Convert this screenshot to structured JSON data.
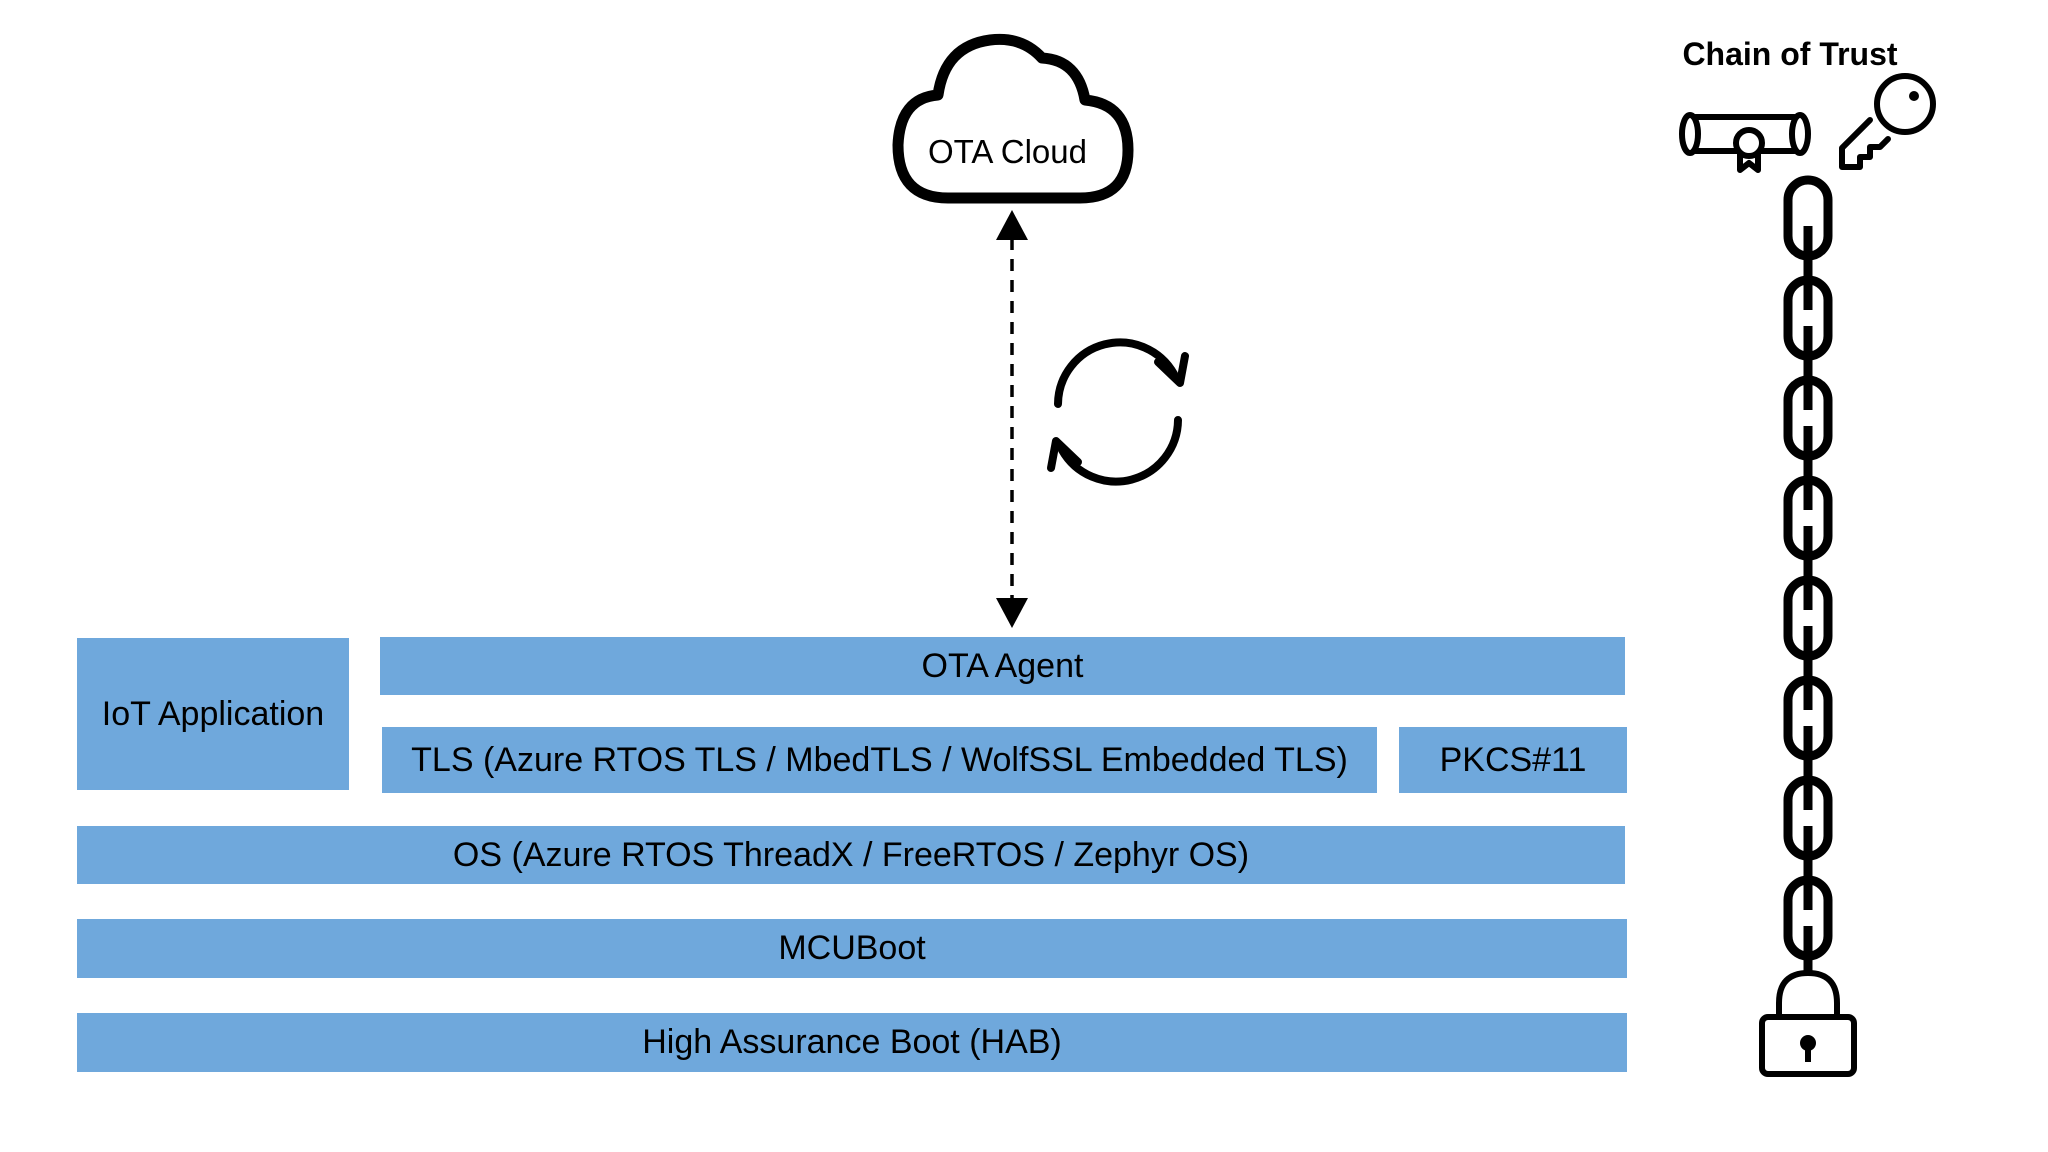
{
  "cloud": {
    "label": "OTA Cloud"
  },
  "chain_of_trust": {
    "title": "Chain of Trust"
  },
  "stack": {
    "iot_application": "IoT Application",
    "ota_agent": "OTA Agent",
    "tls": "TLS (Azure RTOS TLS / MbedTLS / WolfSSL Embedded TLS)",
    "pkcs11": "PKCS#11",
    "os": "OS (Azure RTOS ThreadX / FreeRTOS / Zephyr OS)",
    "mcuboot": "MCUBoot",
    "hab": "High Assurance Boot (HAB)"
  },
  "icons": {
    "cloud": "cloud-icon",
    "sync": "sync-icon",
    "certificate": "certificate-icon",
    "key": "key-icon",
    "chain": "chain-icon",
    "padlock": "padlock-icon"
  },
  "colors": {
    "block_fill": "#6fa8dc",
    "line": "#000000"
  }
}
